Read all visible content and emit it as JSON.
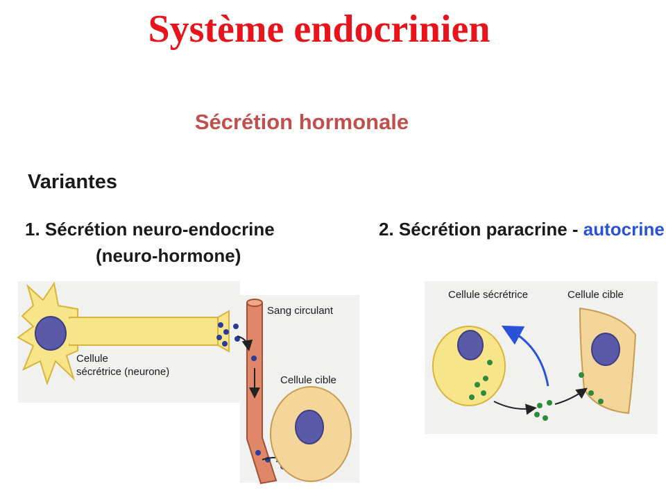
{
  "title": "Système endocrinien",
  "subtitle": "Sécrétion hormonale",
  "section": "Variantes",
  "variant1": {
    "line1": "1. Sécrétion neuro-endocrine",
    "line2": "(neuro-hormone)",
    "labels": {
      "cell_line1": "Cellule",
      "cell_line2": "sécrétrice (neurone)",
      "blood": "Sang circulant",
      "target": "Cellule cible"
    }
  },
  "variant2": {
    "prefix": "2. Sécrétion paracrine",
    "sep": " - ",
    "highlight": "autocrine",
    "labels": {
      "secretory": "Cellule sécrétrice",
      "target": "Cellule cible"
    }
  },
  "colors": {
    "title": "#e8141c",
    "subtitle": "#c0504d",
    "highlight": "#2a52d8",
    "cell": "#f7e58a",
    "nucleus": "#5a5aa8",
    "vessel": "#e0876a",
    "hormone_blue": "#2b3b9a",
    "hormone_green": "#2e8b3a"
  }
}
